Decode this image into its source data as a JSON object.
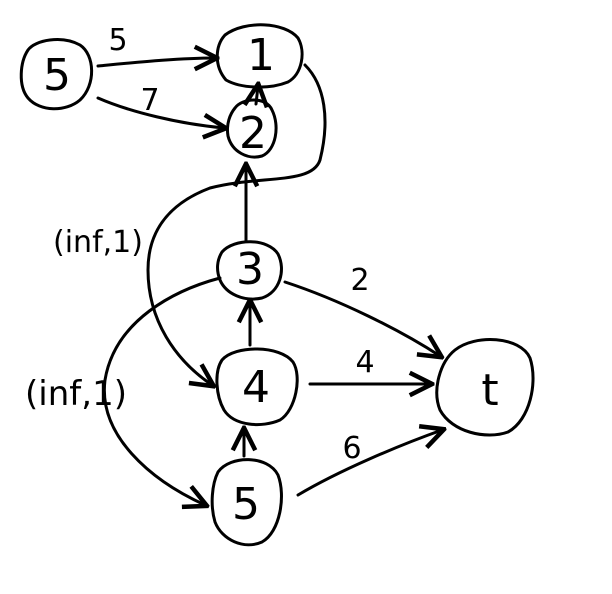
{
  "colors": {
    "ink": "#000000",
    "background": "#ffffff"
  },
  "nodes": {
    "source_left": "5",
    "n1": "1",
    "n2": "2",
    "n3": "3",
    "n4": "4",
    "n5": "5",
    "sink": "t"
  },
  "edges": {
    "s_to_1": "5",
    "s_to_2": "7",
    "n3_to_t": "2",
    "n4_to_t": "4",
    "n5_to_t": "6",
    "n1_to_4": "(inf,1)",
    "n3_to_5": "(inf,1)"
  }
}
